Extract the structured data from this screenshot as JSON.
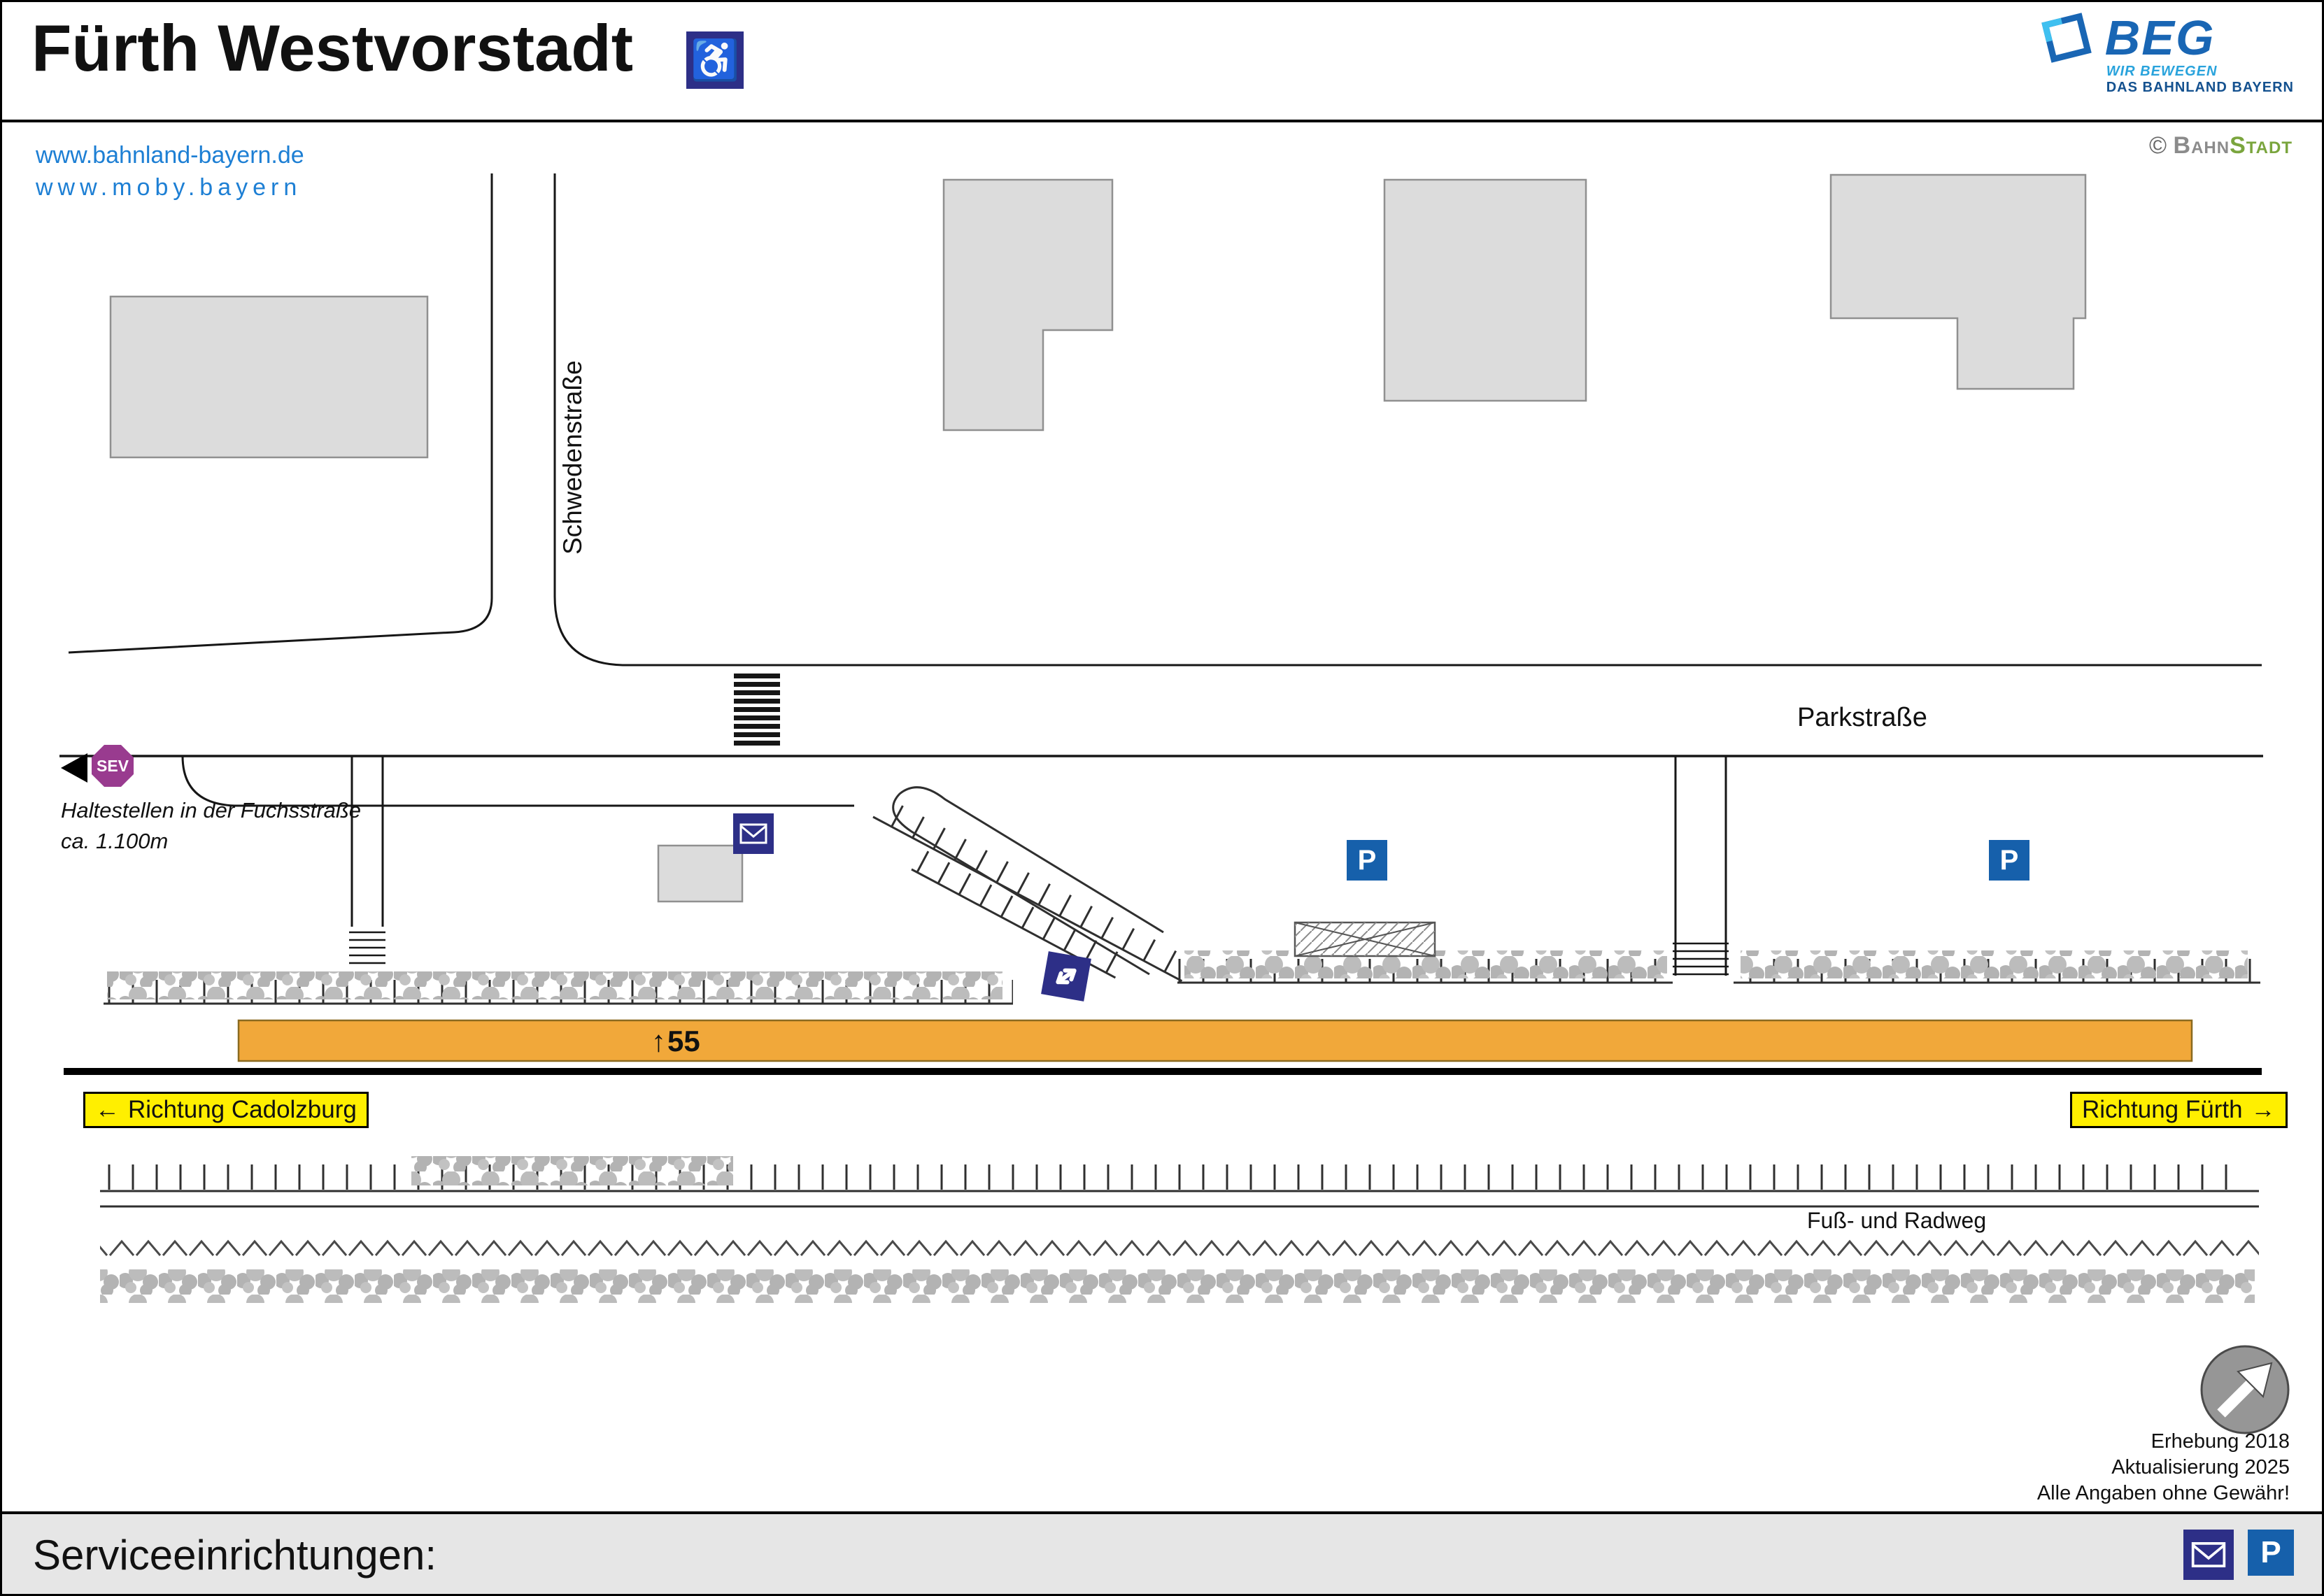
{
  "header": {
    "title": "Fürth Westvorstadt",
    "wheelchair_icon": "♿"
  },
  "branding": {
    "beg": "BEG",
    "tagline1": "WIR BEWEGEN",
    "tagline2": "DAS BAHNLAND BAYERN",
    "copyright": "©",
    "bahn": "Bahn",
    "stadt": "Stadt"
  },
  "links": {
    "line1": "www.bahnland-bayern.de",
    "line2": "www.moby.bayern"
  },
  "map": {
    "streets": {
      "schwedenstrasse": "Schwedenstraße",
      "parkstrasse": "Parkstraße"
    },
    "sev": {
      "label": "SEV",
      "note1": "Haltestellen in der Fuchsstraße",
      "note2": "ca. 1.100m"
    },
    "platform": {
      "arrow": "↑",
      "number": "55"
    },
    "directions": {
      "left_arrow": "←",
      "left": "Richtung Cadolzburg",
      "right": "Richtung Fürth",
      "right_arrow": "→"
    },
    "path_label": "Fuß- und Radweg",
    "parking_label": "P"
  },
  "icons": {
    "mailbox": "envelope",
    "parking": "P",
    "compass": "north-arrow",
    "wheelchair": "wheelchair"
  },
  "credits": {
    "line1": "Erhebung 2018",
    "line2": "Aktualisierung 2025",
    "line3": "Alle Angaben ohne Gewähr!"
  },
  "footer": {
    "title": "Serviceeinrichtungen:",
    "parking_label": "P"
  },
  "colors": {
    "navy": "#2d2f87",
    "blue": "#1660ab",
    "platform_orange": "#f1a83a",
    "badge_yellow": "#ffef00",
    "sev_purple": "#993b8f",
    "link_blue": "#1d7fd4",
    "building_gray": "#dcdcdc",
    "hedge_gray": "#b3b3b3"
  }
}
